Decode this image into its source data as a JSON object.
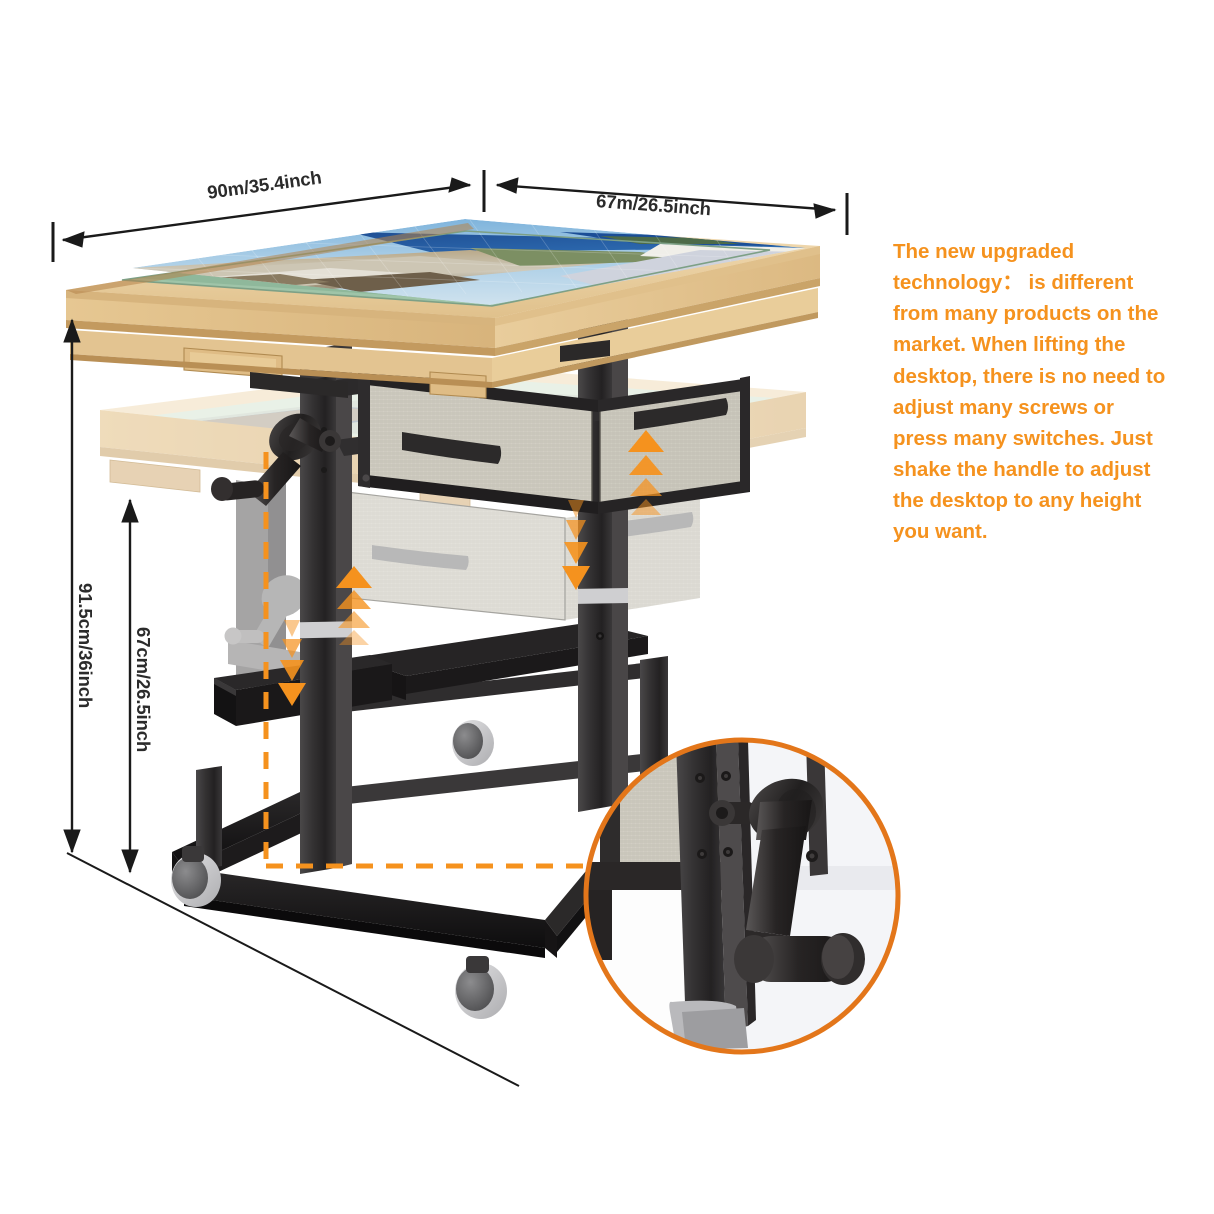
{
  "product": {
    "name": "adjustable-height jigsaw puzzle table",
    "frame_color": "#2a2a2c",
    "wood_color": "#e8c48f",
    "felt_color": "#9fc4a8",
    "drawer_color": "#cfcdc2",
    "accent_color": "#F5921E",
    "callout_border_color": "#E3761A"
  },
  "dimensions": {
    "top_left_label": "90m/35.4inch",
    "top_right_label": "67m/26.5inch",
    "height_outer_label": "91.5cm/36inch",
    "height_inner_label": "67cm/26.5inch"
  },
  "copy": {
    "text": "The new upgraded technology： is different from many products on the market. When lifting the desktop, there is no need to adjust many screws or press many switches. Just shake the handle to adjust the desktop to any height you want."
  },
  "callout": {
    "label": "crank-handle-detail",
    "description": "Close-up of the hand crank mounted on the table leg"
  },
  "annotations": {
    "up_arrow_label": "raise-desktop",
    "down_arrow_label": "lower-desktop",
    "dashed_leader_label": "detail-leader-line"
  }
}
